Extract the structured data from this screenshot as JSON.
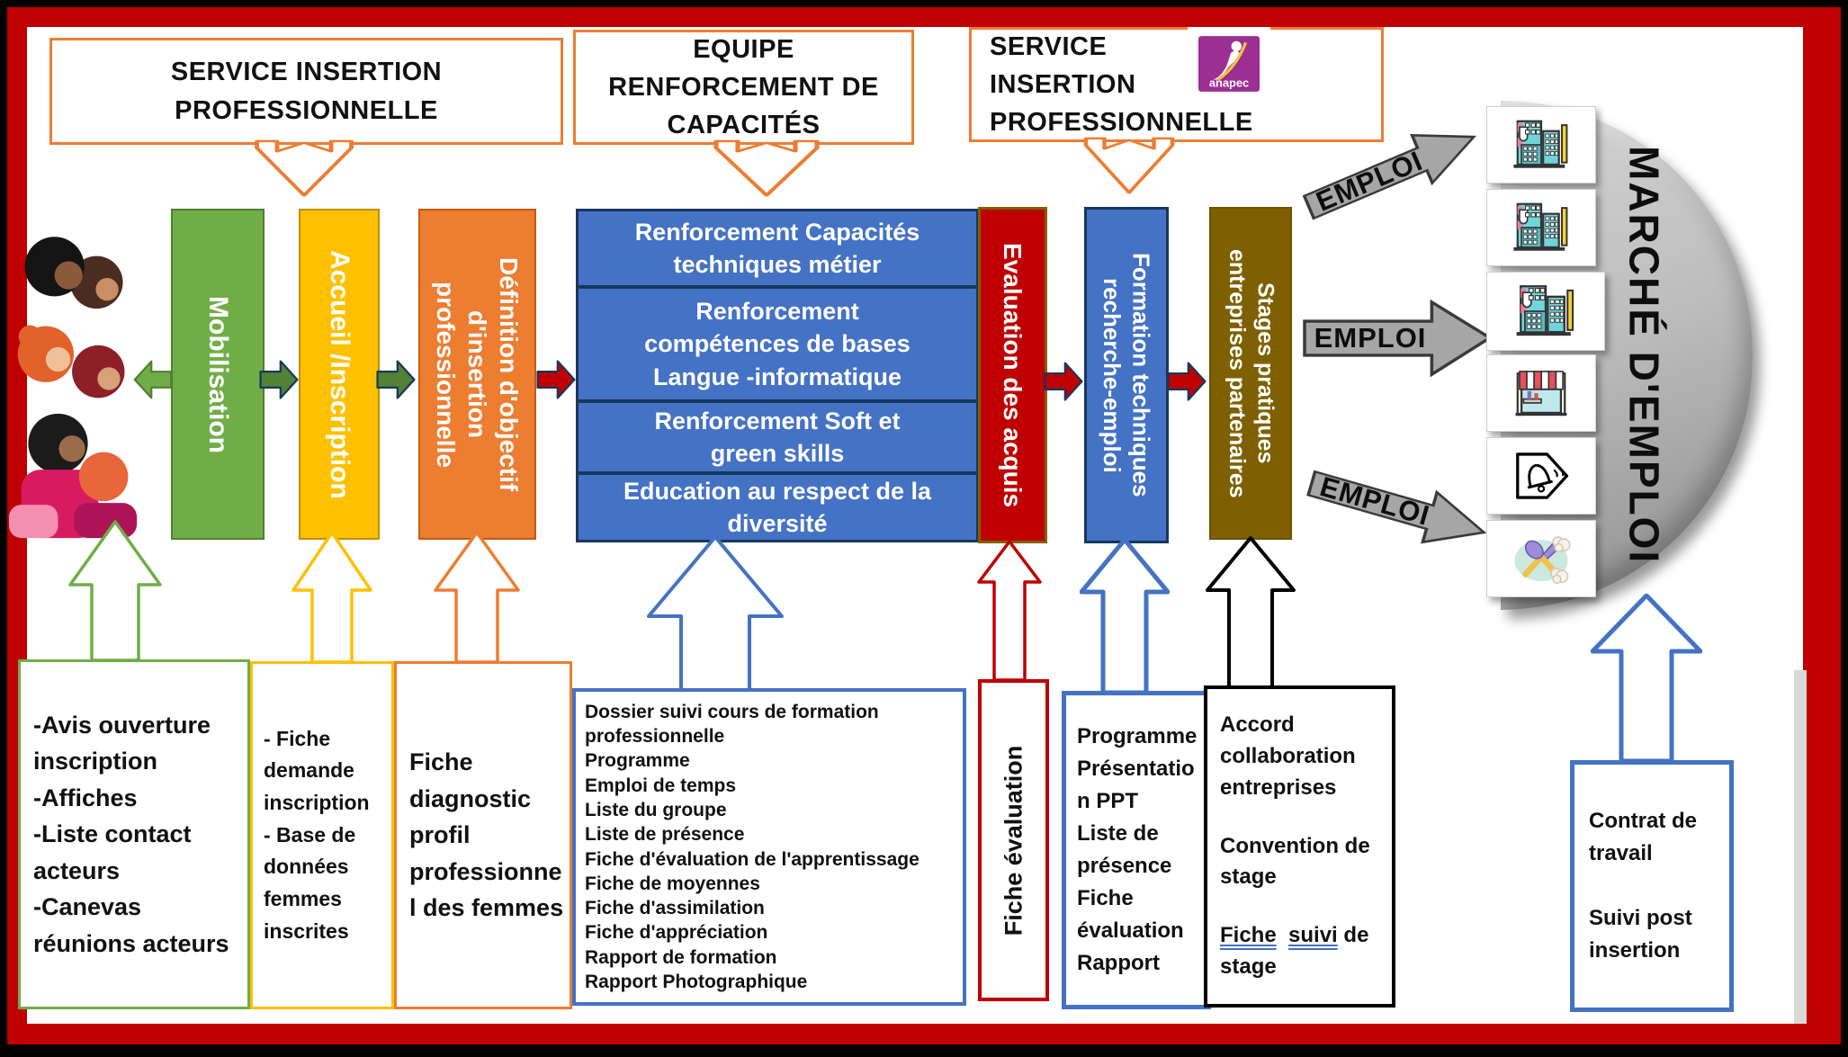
{
  "palette": {
    "frame_red": "#C00000",
    "orange": "#ED7D31",
    "green": "#70AD47",
    "yellow": "#FFC000",
    "blue": "#4472C4",
    "navy": "#17375E",
    "dark_red": "#C00000",
    "olive": "#7F6000",
    "gray_arrow": "#A6A6A6",
    "logo_purple": "#9C2F91"
  },
  "top": {
    "left_box": "SERVICE INSERTION\nPROFESSIONNELLE",
    "middle_box": "EQUIPE\nRENFORCEMENT DE\nCAPACITÉS",
    "right_box": "SERVICE\nINSERTION\nPROFESSIONNELLE",
    "logo_text": "anapec"
  },
  "flow": {
    "mobilisation": "Mobilisation",
    "accueil": "Accueil /Inscription",
    "definition": "Définition d'objectif\nd'insertion\nprofessionnelle",
    "renforcement": [
      "Renforcement Capacités\ntechniques métier",
      "Renforcement\ncompétences de bases\nLangue -informatique",
      "Renforcement Soft et\ngreen skills",
      "Education au respect de la\ndiversité"
    ],
    "evaluation": "Evaluation des acquis",
    "formation": "Formation techniques\nrecherche-emploi",
    "stages": "Stages pratiques\nentreprises partenaires"
  },
  "emploi": {
    "arrows": [
      "EMPLOI",
      "EMPLOI",
      "EMPLOI"
    ],
    "marche": "MARCHÉ D'EMPLOI",
    "icons": [
      "office-building",
      "office-building",
      "office-building",
      "market-stall",
      "announcement-bell",
      "catering-utensils"
    ]
  },
  "docs": {
    "mobilisation": "-Avis ouverture\ninscription\n-Affiches\n-Liste contact\nacteurs\n-Canevas\nréunions acteurs",
    "inscription": "- Fiche\ndemande\ninscription\n- Base de\ndonnées\nfemmes\ninscrites",
    "diagnostic": "Fiche\ndiagnostic\nprofil\nprofessionne\nl des femmes",
    "formation": "Dossier suivi cours de formation\nprofessionnelle\nProgramme\nEmploi de temps\nListe du groupe\nListe de présence\nFiche d'évaluation de l'apprentissage\nFiche de moyennes\nFiche d'assimilation\nFiche d'appréciation\nRapport de formation\nRapport Photographique",
    "fiche_evaluation": "Fiche évaluation",
    "formation_emploi": "Programme\nPrésentatio\nn PPT\nListe de\nprésence\nFiche\névaluation\nRapport",
    "accord_p1": "Accord\ncollaboration\nentreprises",
    "accord_p2": "Convention de\nstage",
    "accord_u1": "Fiche",
    "accord_u2": "suivi",
    "accord_mid": " de",
    "accord_last": "stage",
    "insertion": "Contrat de\ntravail\n\nSuivi post\ninsertion"
  }
}
